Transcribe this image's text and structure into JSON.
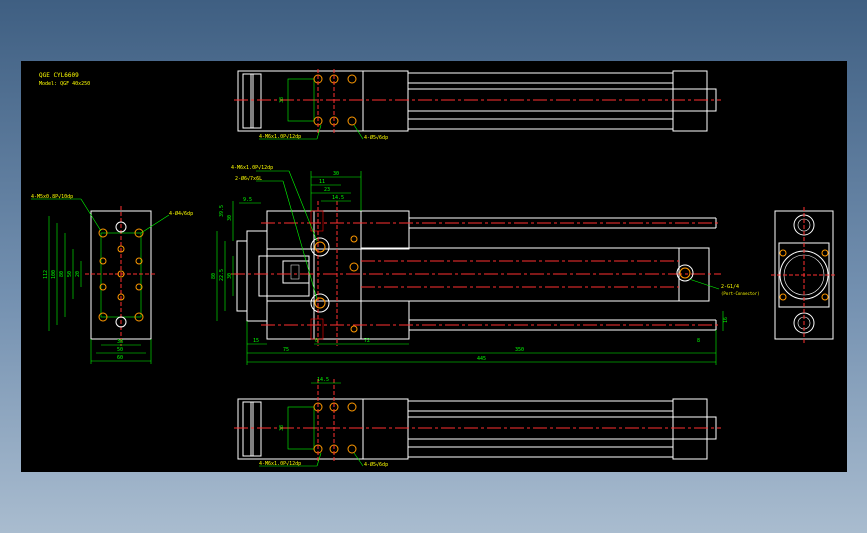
{
  "title_block": {
    "line1": "QGE CYL6609",
    "line2": "Model: QGF 40x250"
  },
  "colors": {
    "outline": "#ffffff",
    "dimension": "#00ff00",
    "centerline": "#ff3030",
    "hole": "#ff9900",
    "hatch": "#ff0000",
    "leader_text": "#ffff00"
  },
  "top_view": {
    "dim_height": "38",
    "note_left": "4-M6x1.0P√12dp",
    "note_right": "4-Ø5√6dp"
  },
  "bottom_view": {
    "dim_height": "38",
    "note_left": "4-M6x1.0P√12dp",
    "note_right": "4-Ø5√6dp",
    "dim_top": "14.5"
  },
  "left_view": {
    "note_top_left": "4-M5x0.8P√10dp",
    "note_top_right": "4-Ø4√6dp",
    "dim_width_inner": "38",
    "dim_width_mid": "50",
    "dim_width_outer": "60",
    "dim_h1": "112",
    "dim_h2": "100",
    "dim_h3": "80",
    "dim_h4": "50",
    "dim_h5": "20"
  },
  "front_view": {
    "note1": "4-M6x1.0P√12dp",
    "note2": "2-Ø6√7x6L",
    "note_port": "2-G1/4",
    "note_port_sub": "(Port-Connector)",
    "dim_top1": "30",
    "dim_top2": "11",
    "dim_top3": "23",
    "dim_top4": "14.5",
    "dim_top5": "9.5",
    "dim_left1": "39.5",
    "dim_left2": "30",
    "dim_left3": "30",
    "dim_left4": "80",
    "dim_left5": "22.5",
    "dim_bot1": "15",
    "dim_bot2": "75",
    "dim_bot3": "0",
    "dim_bot4": "72",
    "dim_bot5": "350",
    "dim_bot6": "8",
    "dim_total": "445",
    "dim_right": "16"
  }
}
